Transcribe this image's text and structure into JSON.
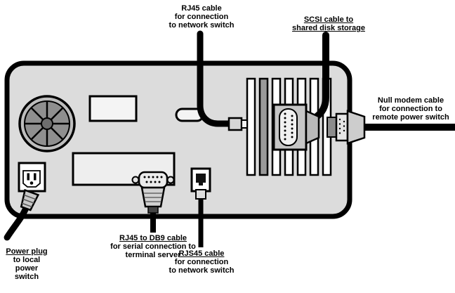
{
  "colors": {
    "background": "#ffffff",
    "chassis_fill": "#dcdcdc",
    "outline": "#000000",
    "slot_highlight": "#999999",
    "cable": "#000000",
    "panel_light": "#f2f2f2"
  },
  "labels": {
    "rj45_top": {
      "lines": [
        "RJ45 cable",
        "for connection",
        "to network switch"
      ]
    },
    "scsi": {
      "lines": [
        "SCSI cable to",
        "shared disk storage"
      ]
    },
    "null_modem": {
      "lines": [
        "Null modem cable",
        "for connection to",
        "remote power switch"
      ]
    },
    "power_plug": {
      "lines": [
        "Power plug",
        "to local",
        "power",
        "switch"
      ]
    },
    "rj45_db9": {
      "lines": [
        "RJ45 to DB9 cable",
        "for serial connection to",
        "terminal server"
      ]
    },
    "rj45_bottom": {
      "lines": [
        "RJS45 cable",
        "for connection",
        "to network switch"
      ]
    }
  }
}
